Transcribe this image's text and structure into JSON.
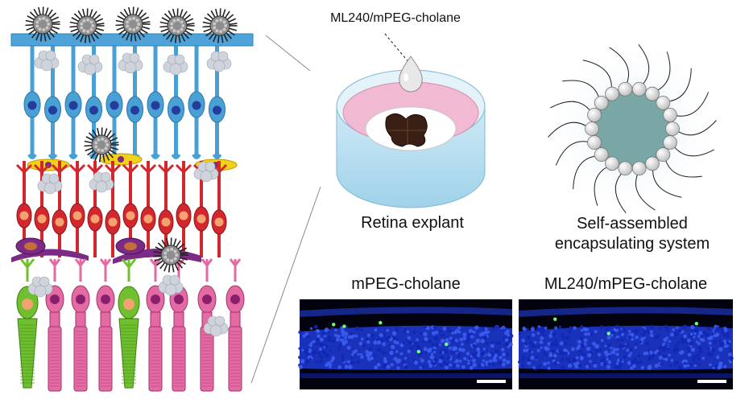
{
  "labels": {
    "drug_label": "ML240/mPEG-cholane",
    "explant_label": "Retina explant",
    "system_label_line1": "Self-assembled",
    "system_label_line2": "encapsulating system",
    "control_panel_title": "mPEG-cholane",
    "treated_panel_title": "ML240/mPEG-cholane"
  },
  "colors": {
    "rpe_band": "#4fa3d9",
    "rod_cell": "#e36aa2",
    "cone_cell": "#6fbf2e",
    "bipolar_cell": "#49a0d4",
    "ganglion_cell": "#d3272d",
    "muller_glia": "#7b2a86",
    "amacrine_cell": "#f1d21a",
    "nucleus_stain": "#1e3bd8",
    "petri_dish_medium": "#f2b9d3",
    "micelle_core": "#79a7a5"
  }
}
